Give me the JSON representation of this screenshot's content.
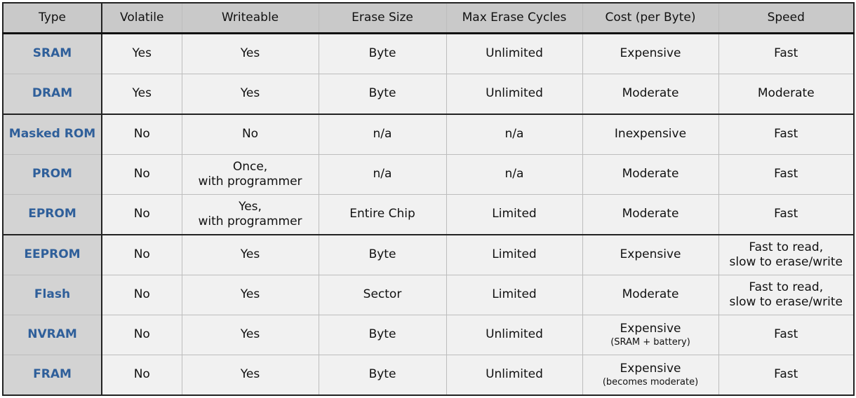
{
  "table": {
    "headers": [
      "Type",
      "Volatile",
      "Writeable",
      "Erase Size",
      "Max Erase Cycles",
      "Cost (per Byte)",
      "Speed"
    ],
    "rows": [
      {
        "type": "SRAM",
        "volatile": "Yes",
        "writeable": "Yes",
        "erase_size": "Byte",
        "max_erase_cycles": "Unlimited",
        "cost": "Expensive",
        "cost_note": "",
        "speed": "Fast",
        "speed_2": ""
      },
      {
        "type": "DRAM",
        "volatile": "Yes",
        "writeable": "Yes",
        "erase_size": "Byte",
        "max_erase_cycles": "Unlimited",
        "cost": "Moderate",
        "cost_note": "",
        "speed": "Moderate",
        "speed_2": ""
      },
      {
        "type": "Masked ROM",
        "volatile": "No",
        "writeable": "No",
        "erase_size": "n/a",
        "max_erase_cycles": "n/a",
        "cost": "Inexpensive",
        "cost_note": "",
        "speed": "Fast",
        "speed_2": ""
      },
      {
        "type": "PROM",
        "volatile": "No",
        "writeable": "Once,",
        "writeable_2": "with programmer",
        "erase_size": "n/a",
        "max_erase_cycles": "n/a",
        "cost": "Moderate",
        "cost_note": "",
        "speed": "Fast",
        "speed_2": ""
      },
      {
        "type": "EPROM",
        "volatile": "No",
        "writeable": "Yes,",
        "writeable_2": "with programmer",
        "erase_size": "Entire Chip",
        "max_erase_cycles": "Limited",
        "cost": "Moderate",
        "cost_note": "",
        "speed": "Fast",
        "speed_2": ""
      },
      {
        "type": "EEPROM",
        "volatile": "No",
        "writeable": "Yes",
        "erase_size": "Byte",
        "max_erase_cycles": "Limited",
        "cost": "Expensive",
        "cost_note": "",
        "speed": "Fast to read,",
        "speed_2": "slow to erase/write"
      },
      {
        "type": "Flash",
        "volatile": "No",
        "writeable": "Yes",
        "erase_size": "Sector",
        "max_erase_cycles": "Limited",
        "cost": "Moderate",
        "cost_note": "",
        "speed": "Fast to read,",
        "speed_2": "slow to erase/write"
      },
      {
        "type": "NVRAM",
        "volatile": "No",
        "writeable": "Yes",
        "erase_size": "Byte",
        "max_erase_cycles": "Unlimited",
        "cost": "Expensive",
        "cost_note": "(SRAM + battery)",
        "speed": "Fast",
        "speed_2": ""
      },
      {
        "type": "FRAM",
        "volatile": "No",
        "writeable": "Yes",
        "erase_size": "Byte",
        "max_erase_cycles": "Unlimited",
        "cost": "Expensive",
        "cost_note": "(becomes moderate)",
        "speed": "Fast",
        "speed_2": ""
      }
    ]
  },
  "colors": {
    "header_bg": "#c9c9c9",
    "type_col_bg": "#d3d3d3",
    "cell_bg": "#f1f1f1",
    "type_text": "#2f5f9a",
    "group_border": "#222222"
  }
}
